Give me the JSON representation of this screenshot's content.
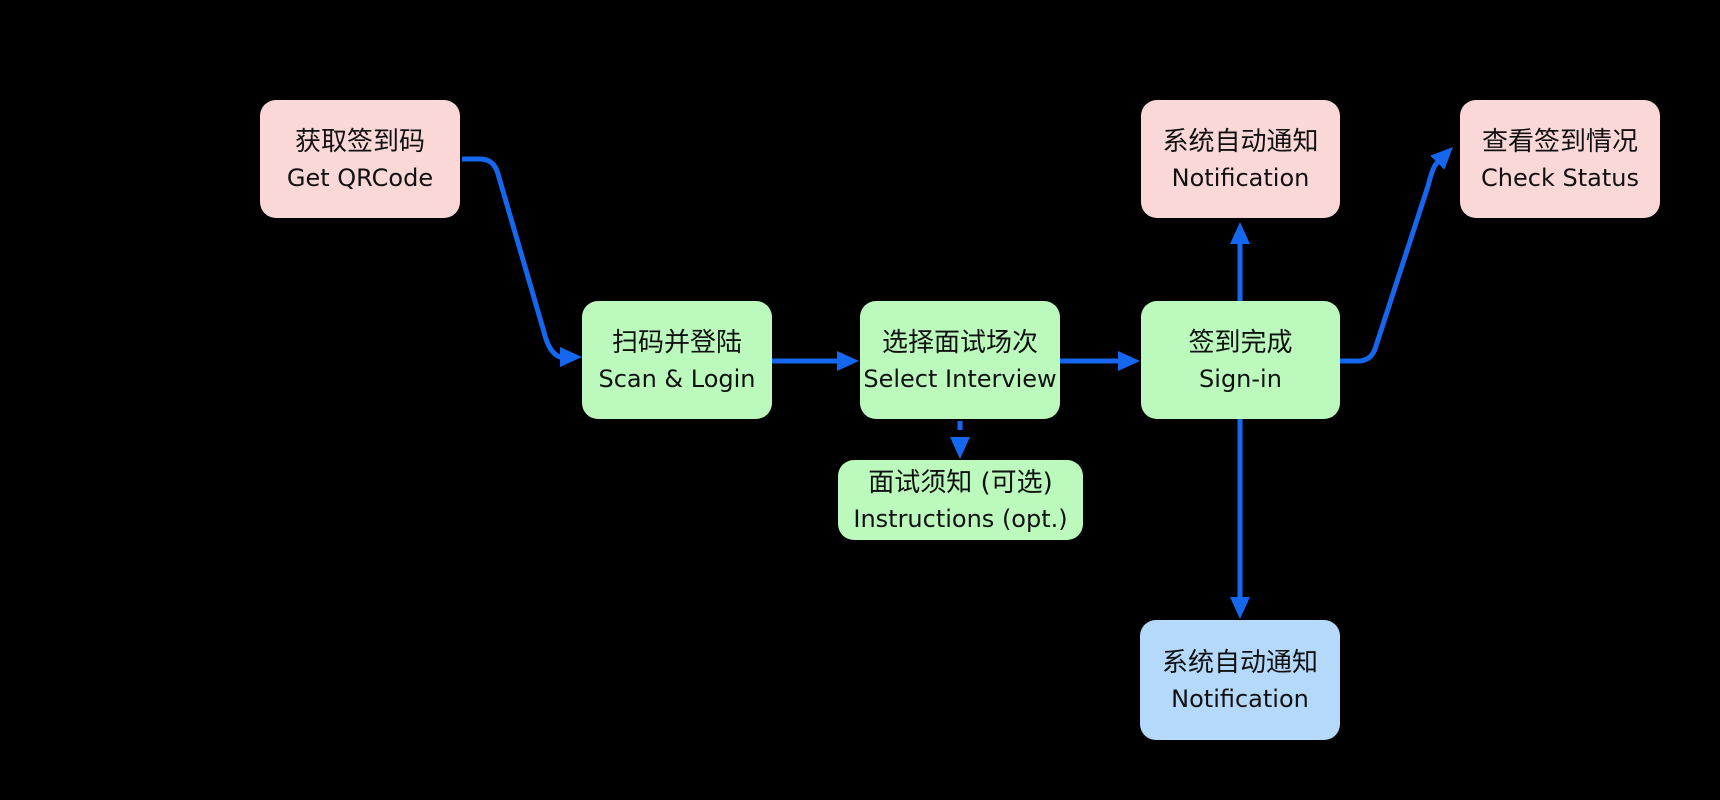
{
  "diagram": {
    "type": "flowchart",
    "background_color": "#000000",
    "arrow_color": "#1667f0",
    "text_color": "#111111",
    "node_colors": {
      "pink": "#fbd8d8",
      "green": "#bbf9bd",
      "blue": "#b5d9fb"
    },
    "nodes": {
      "get_qrcode": {
        "zh": "获取签到码",
        "en": "Get QRCode",
        "color": "pink"
      },
      "scan_login": {
        "zh": "扫码并登陆",
        "en": "Scan & Login",
        "color": "green"
      },
      "select_interview": {
        "zh": "选择面试场次",
        "en": "Select Interview",
        "color": "green"
      },
      "sign_in": {
        "zh": "签到完成",
        "en": "Sign-in",
        "color": "green"
      },
      "notify_top": {
        "zh": "系统自动通知",
        "en": "Notification",
        "color": "pink"
      },
      "check_status": {
        "zh": "查看签到情况",
        "en": "Check Status",
        "color": "pink"
      },
      "instructions": {
        "zh": "面试须知 (可选)",
        "en": "Instructions (opt.)",
        "color": "green"
      },
      "notify_bottom": {
        "zh": "系统自动通知",
        "en": "Notification",
        "color": "blue"
      }
    },
    "edges": [
      {
        "from": "get_qrcode",
        "to": "scan_login",
        "style": "solid"
      },
      {
        "from": "scan_login",
        "to": "select_interview",
        "style": "solid"
      },
      {
        "from": "select_interview",
        "to": "sign_in",
        "style": "solid"
      },
      {
        "from": "select_interview",
        "to": "instructions",
        "style": "dashed"
      },
      {
        "from": "sign_in",
        "to": "notify_top",
        "style": "solid"
      },
      {
        "from": "sign_in",
        "to": "notify_bottom",
        "style": "solid"
      },
      {
        "from": "sign_in",
        "to": "check_status",
        "style": "solid"
      }
    ]
  }
}
